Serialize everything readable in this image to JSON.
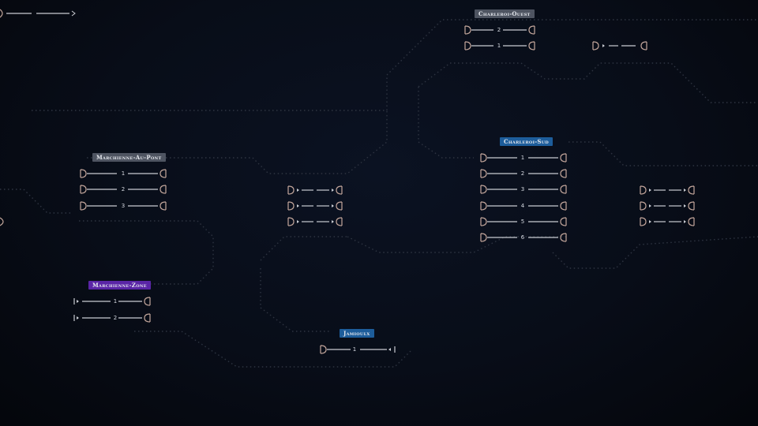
{
  "theme": {
    "background": "#080d18",
    "track_line": "#c9ccd2",
    "bumper": "#c4a79c",
    "dotted_path": "#2e3441",
    "label_grey": "#4e5461",
    "label_blue": "#1d5d9b",
    "label_purple": "#5a25a6"
  },
  "stations": {
    "charleroi_ouest": {
      "name": "Charleroi-Ouest",
      "tracks": [
        "2",
        "1"
      ]
    },
    "marchienne_au_pont": {
      "name": "Marchienne-Au-Pont",
      "tracks": [
        "1",
        "2",
        "3"
      ]
    },
    "charleroi_sud": {
      "name": "Charleroi-Sud",
      "tracks": [
        "1",
        "2",
        "3",
        "4",
        "5",
        "6"
      ]
    },
    "marchienne_zone": {
      "name": "Marchienne-Zone",
      "tracks": [
        "1",
        "2"
      ]
    },
    "jamioulx": {
      "name": "Jamioulx",
      "tracks": [
        "1"
      ]
    }
  },
  "icons": {
    "bumper": "buffer-stop-icon",
    "arrow": "direction-arrow-icon",
    "terminus": "line-end-icon"
  }
}
